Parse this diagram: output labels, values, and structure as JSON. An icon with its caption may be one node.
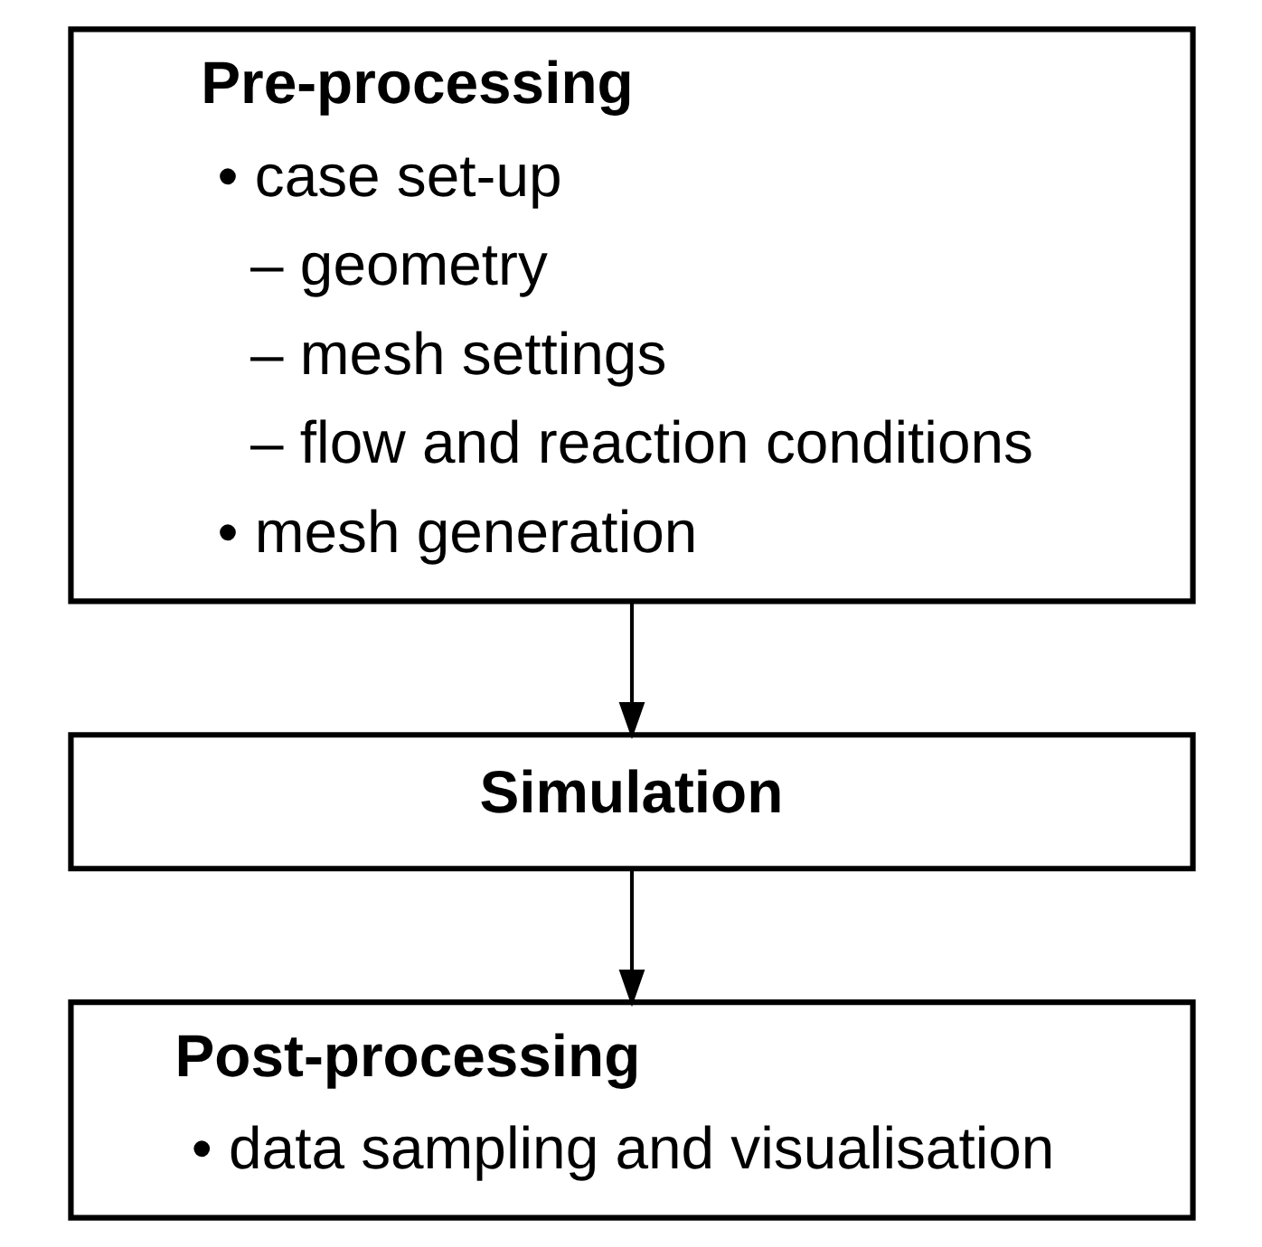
{
  "diagram": {
    "nodes": [
      {
        "text": [
          "Pre-processing",
          "• case set-up",
          "– geometry",
          "– mesh settings",
          "– flow and reaction conditions",
          "• mesh generation"
        ]
      },
      {
        "text": [
          "Simulation"
        ]
      },
      {
        "text": [
          "Post-processing",
          "• data sampling and visualisation"
        ]
      }
    ],
    "edges": [
      {
        "from": 0,
        "to": 1,
        "arrow": "to"
      },
      {
        "from": 1,
        "to": 2,
        "arrow": "to"
      }
    ]
  }
}
